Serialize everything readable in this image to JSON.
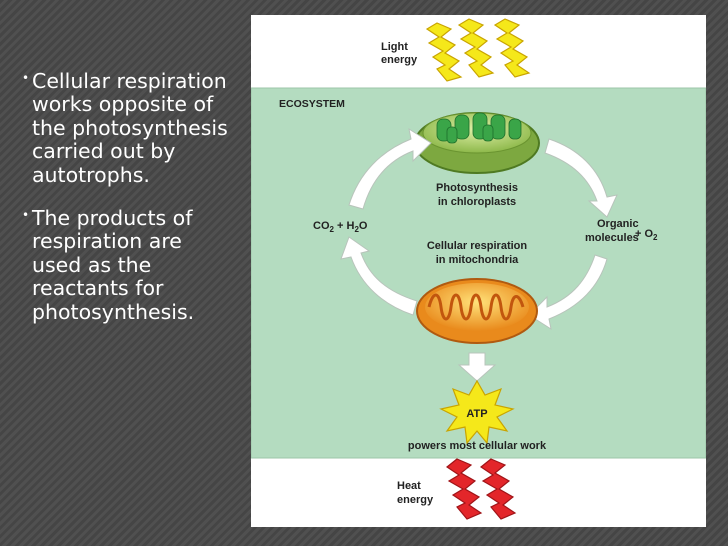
{
  "slide": {
    "bullets": [
      "Cellular respiration works opposite of the photosynthesis carried out by autotrophs.",
      "The products of respiration are used as the reactants for photosynthesis."
    ],
    "bullet_marker": "•"
  },
  "diagram": {
    "light_energy": [
      "Light",
      "energy"
    ],
    "ecosystem": "ECOSYSTEM",
    "photosynthesis": [
      "Photosynthesis",
      "in chloroplasts"
    ],
    "reactants": {
      "co2": "CO",
      "co2_sub": "2",
      "plus_h2o": " + H",
      "h2o_sub": "2",
      "h2o_tail": "O"
    },
    "products": {
      "organic_line1": "Organic",
      "organic_line2": "molecules",
      "plus_o2": "+ O",
      "o2_sub": "2"
    },
    "respiration": [
      "Cellular respiration",
      "in mitochondria"
    ],
    "atp": "ATP",
    "powers": "powers most cellular work",
    "heat_energy": [
      "Heat",
      "energy"
    ],
    "colors": {
      "ecosystem_bg": "#b4dcc0",
      "lightning_yellow": "#f5e81a",
      "heat_red": "#e3262a",
      "chloroplast_green": "#3aa548",
      "mitochondria_orange": "#f0a52a"
    }
  }
}
